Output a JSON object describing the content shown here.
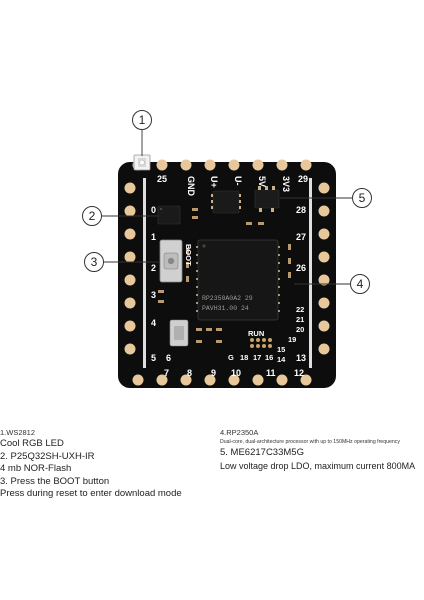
{
  "callouts": [
    "1",
    "2",
    "3",
    "4",
    "5"
  ],
  "board": {
    "top_pins": [
      "25",
      "GND",
      "U+",
      "U-",
      "5V",
      "3V3",
      "29"
    ],
    "left_pins": [
      "0",
      "1",
      "2",
      "3",
      "4",
      "5",
      "6"
    ],
    "right_pins": [
      "28",
      "27",
      "26",
      "22",
      "21",
      "20",
      "19",
      "13"
    ],
    "bottom_pins": [
      "7",
      "8",
      "9",
      "10",
      "11",
      "12"
    ],
    "bottom_extra_pins": [
      "G",
      "18",
      "17",
      "16",
      "15",
      "14"
    ],
    "labels": {
      "boot": "BOOT",
      "run": "RUN",
      "chip_line1": "RP2350A0A2  29",
      "chip_line2": "PAVH31.00   24"
    }
  },
  "legend": {
    "item1_title": "1.WS2812",
    "item1_desc": "Cool RGB LED",
    "item2_title": "2. P25Q32SH-UXH-IR",
    "item2_desc": "4 mb NOR-Flash",
    "item3_title": "3. Press the BOOT button",
    "item3_desc": "Press during reset to enter download mode",
    "item4_title": "4.RP2350A",
    "item4_desc": "Dual-core, dual-architecture processor with up to 150MHz operating frequency",
    "item5_title": "5. ME6217C33M5G",
    "item5_desc": "Low voltage drop LDO, maximum current 800MA"
  },
  "colors": {
    "pcb": "#0d0d0d",
    "pad": "#e8c89a",
    "silkscreen": "#ffffff",
    "chip": "#161616"
  }
}
